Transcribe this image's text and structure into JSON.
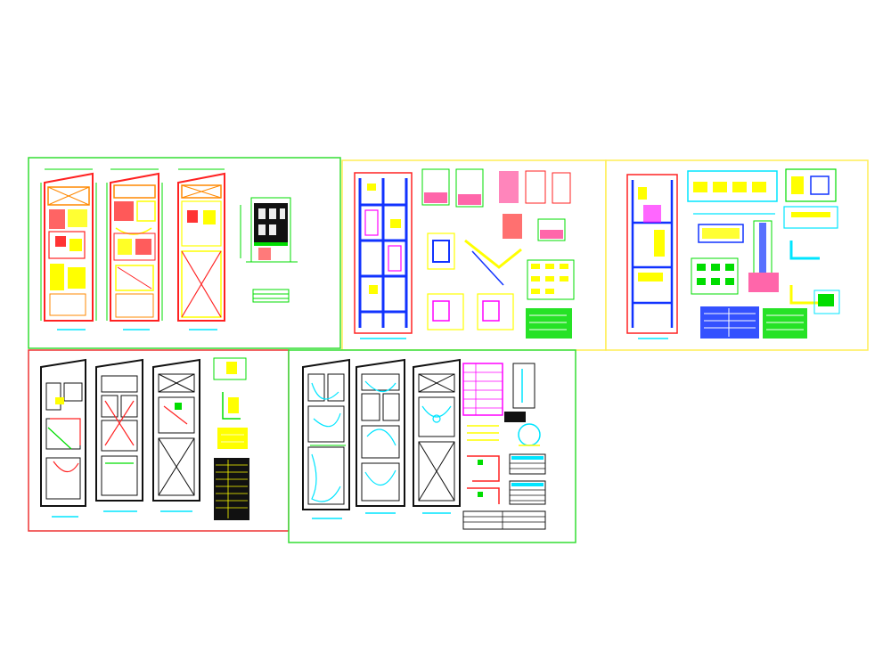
{
  "colors": {
    "background": "#ffffff",
    "frame_green": "#33dd33",
    "frame_yellow": "#ffee55",
    "frame_red": "#ee3333",
    "ink_black": "#111111",
    "cad_yellow": "#ffff00",
    "cad_red": "#ff2222",
    "cad_cyan": "#00e5ff",
    "cad_blue": "#1133ff",
    "cad_magenta": "#ff00ff",
    "cad_green": "#00dd00",
    "cad_white": "#ffffff"
  },
  "sheets": [
    {
      "id": "sheet-architecture",
      "frame": "frame_green",
      "content": "architecture-plans",
      "plans": 3,
      "extras": [
        "elevation",
        "title-table"
      ]
    },
    {
      "id": "sheet-structures",
      "frame": "frame_yellow",
      "content": "structure-plans",
      "plans": 1,
      "extras": [
        "details",
        "stair",
        "legend"
      ]
    },
    {
      "id": "sheet-foundations",
      "frame": "frame_yellow",
      "content": "foundation-plans",
      "plans": 1,
      "extras": [
        "detail-tables",
        "legend"
      ]
    },
    {
      "id": "sheet-sanitary",
      "frame": "frame_red",
      "content": "sanitary-plans",
      "plans": 3,
      "extras": [
        "details",
        "schedule-table"
      ]
    },
    {
      "id": "sheet-electrical",
      "frame": "frame_green",
      "content": "electrical-plans",
      "plans": 3,
      "extras": [
        "legend-table",
        "diagrams"
      ]
    }
  ],
  "icons": {
    "floor_plan": "floor-plan-icon",
    "elevation": "elevation-icon",
    "table": "table-icon",
    "detail": "detail-icon"
  }
}
